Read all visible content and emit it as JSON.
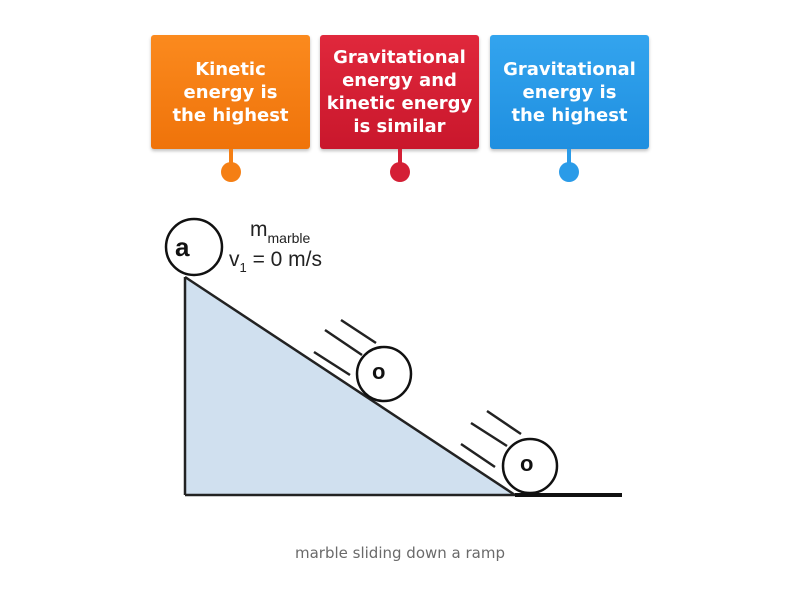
{
  "cards": [
    {
      "label": "Kinetic\nenergy is\nthe highest",
      "color": "#f57f14"
    },
    {
      "label": "Gravitational\nenergy and\nkinetic energy\nis similar",
      "color": "#d41f35"
    },
    {
      "label": "Gravitational\nenergy is\nthe highest",
      "color": "#2a9be8"
    }
  ],
  "diagram": {
    "mass_symbol": "m",
    "mass_subscript": "marble",
    "velocity_symbol": "v",
    "velocity_subscript": "1",
    "velocity_value": " = 0 m/s",
    "marbles": [
      {
        "position": "top",
        "letter": "a"
      },
      {
        "position": "middle",
        "letter": "o"
      },
      {
        "position": "bottom",
        "letter": "o"
      }
    ],
    "ramp_fill": "#d0e0ef"
  },
  "caption": "marble sliding down a ramp"
}
